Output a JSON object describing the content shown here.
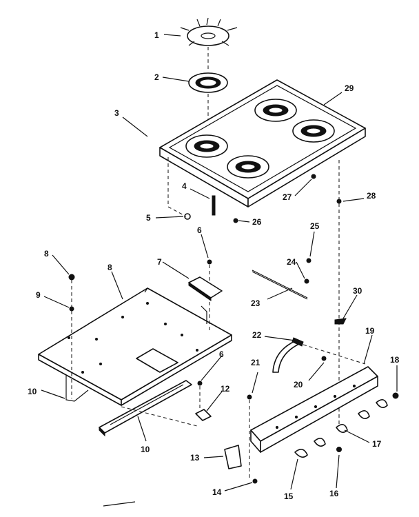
{
  "callouts": [
    {
      "id": "c1",
      "text": "1"
    },
    {
      "id": "c2",
      "text": "2"
    },
    {
      "id": "c3",
      "text": "3"
    },
    {
      "id": "c4",
      "text": "4"
    },
    {
      "id": "c5",
      "text": "5"
    },
    {
      "id": "c6a",
      "text": "6"
    },
    {
      "id": "c6b",
      "text": "6"
    },
    {
      "id": "c7",
      "text": "7"
    },
    {
      "id": "c8a",
      "text": "8"
    },
    {
      "id": "c8b",
      "text": "8"
    },
    {
      "id": "c9",
      "text": "9"
    },
    {
      "id": "c10a",
      "text": "10"
    },
    {
      "id": "c10b",
      "text": "10"
    },
    {
      "id": "c12",
      "text": "12"
    },
    {
      "id": "c13",
      "text": "13"
    },
    {
      "id": "c14",
      "text": "14"
    },
    {
      "id": "c15",
      "text": "15"
    },
    {
      "id": "c16",
      "text": "16"
    },
    {
      "id": "c17",
      "text": "17"
    },
    {
      "id": "c18",
      "text": "18"
    },
    {
      "id": "c19",
      "text": "19"
    },
    {
      "id": "c20",
      "text": "20"
    },
    {
      "id": "c21",
      "text": "21"
    },
    {
      "id": "c22",
      "text": "22"
    },
    {
      "id": "c23",
      "text": "23"
    },
    {
      "id": "c24",
      "text": "24"
    },
    {
      "id": "c25",
      "text": "25"
    },
    {
      "id": "c26",
      "text": "26"
    },
    {
      "id": "c27",
      "text": "27"
    },
    {
      "id": "c28",
      "text": "28"
    },
    {
      "id": "c29",
      "text": "29"
    },
    {
      "id": "c30",
      "text": "30"
    }
  ]
}
